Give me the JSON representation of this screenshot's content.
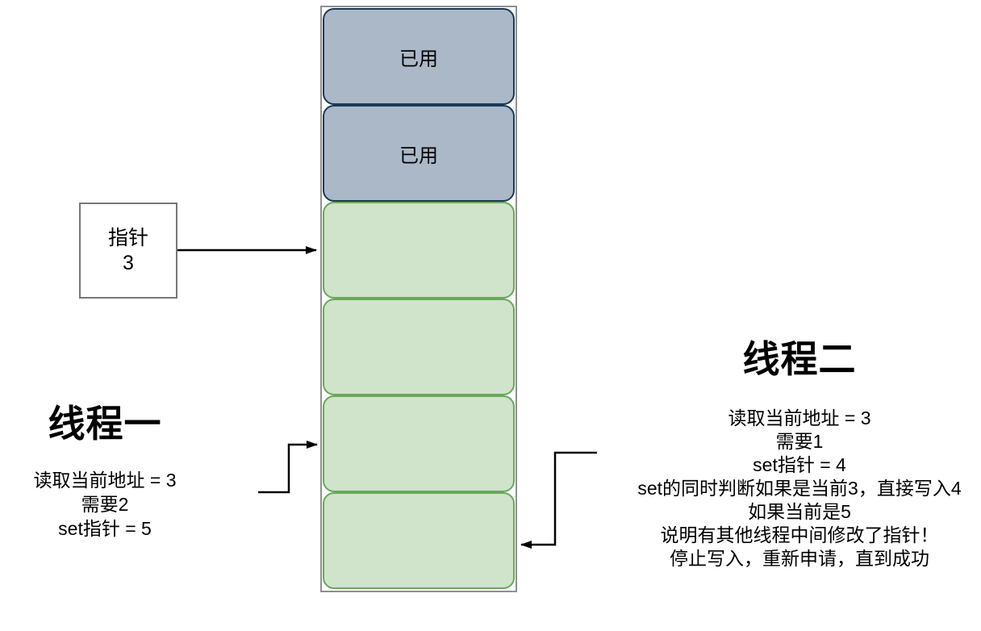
{
  "diagram": {
    "topic": "CAS pointer allocation memory diagram"
  },
  "memory": {
    "blocks": [
      {
        "label": "已用",
        "state": "used"
      },
      {
        "label": "已用",
        "state": "used"
      },
      {
        "label": "",
        "state": "free"
      },
      {
        "label": "",
        "state": "free"
      },
      {
        "label": "",
        "state": "free"
      },
      {
        "label": "",
        "state": "free"
      }
    ]
  },
  "pointer_box": {
    "label": "指针",
    "value": "3"
  },
  "thread_one": {
    "title": "线程一",
    "lines": [
      "读取当前地址 = 3",
      "需要2",
      "set指针 = 5"
    ]
  },
  "thread_two": {
    "title": "线程二",
    "lines": [
      "读取当前地址 = 3",
      "需要1",
      "set指针 = 4",
      "set的同时判断如果是当前3，直接写入4",
      "如果当前是5",
      "说明有其他线程中间修改了指针！",
      "停止写入，重新申请，直到成功"
    ]
  },
  "arrows": [
    {
      "name": "pointer-arrow",
      "from": "pointer-box",
      "to": "memory-block-3"
    },
    {
      "name": "thread-one-arrow",
      "from": "thread-one",
      "to": "memory-block-5-left"
    },
    {
      "name": "thread-two-arrow",
      "from": "thread-two",
      "to": "memory-block-6-right"
    }
  ],
  "colors": {
    "used_fill": "#aab8c8",
    "used_stroke": "#1d3a55",
    "free_fill": "#d0e3cb",
    "free_stroke": "#69a85b",
    "container_stroke": "#8f8f8f",
    "pointer_stroke": "#777777",
    "arrow_color": "#000000"
  }
}
